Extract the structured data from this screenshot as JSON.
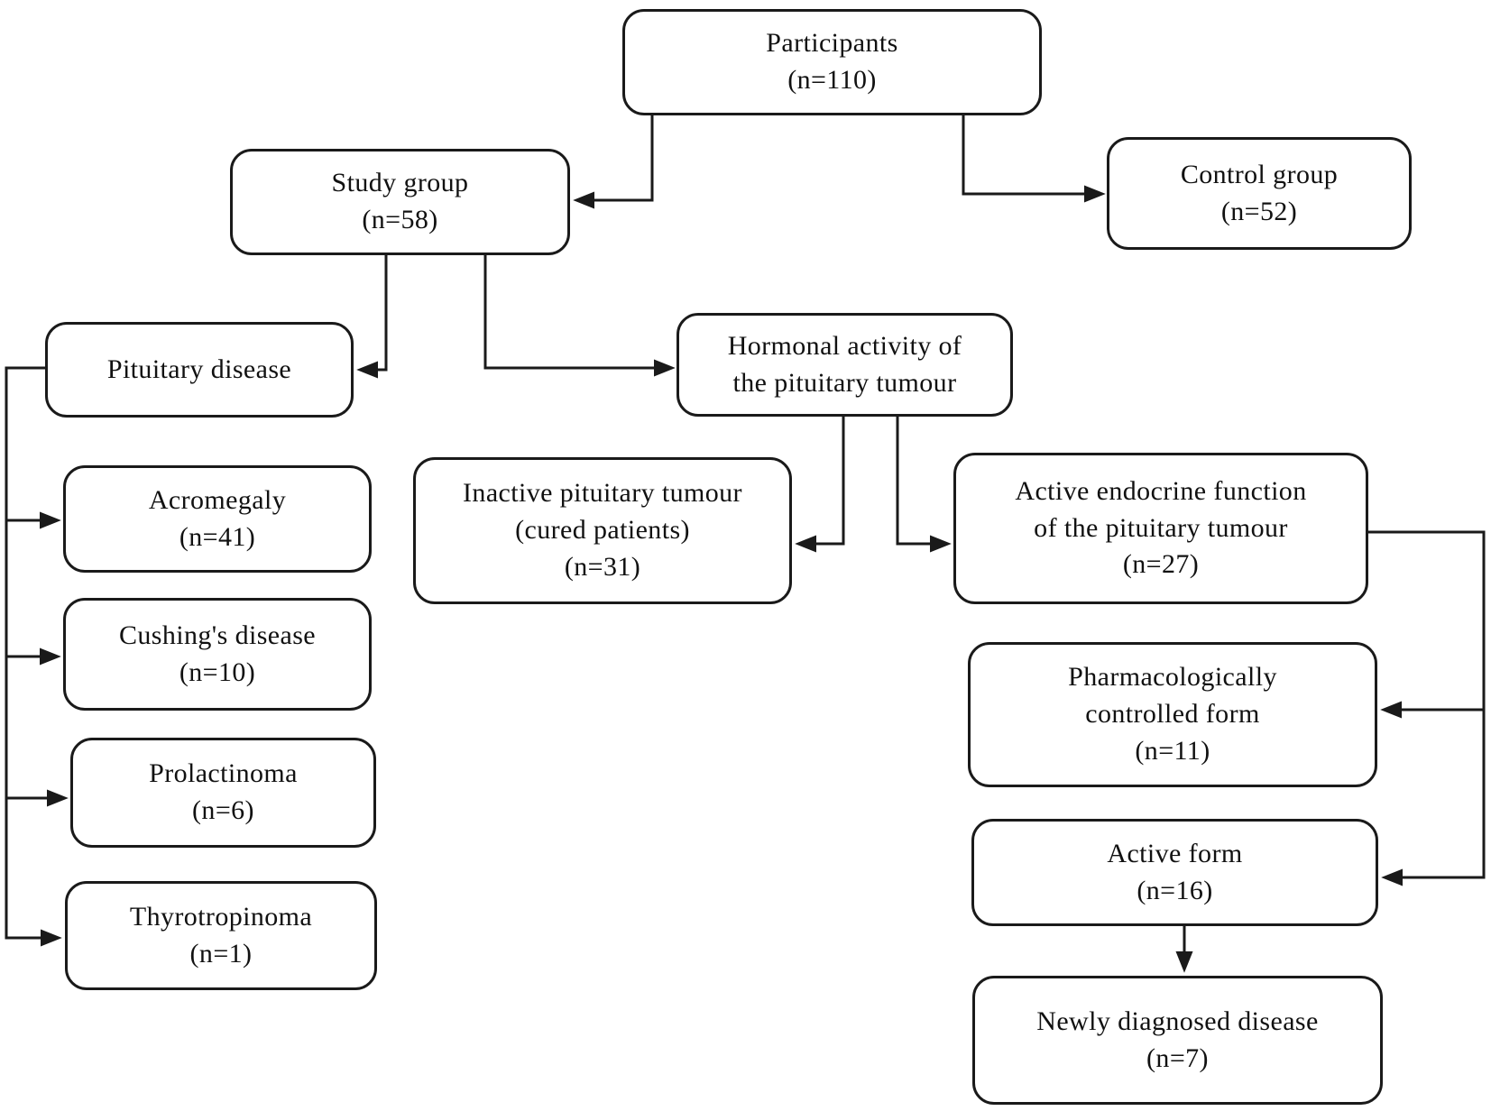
{
  "nodes": {
    "participants": {
      "lines": [
        "Participants",
        "(n=110)"
      ]
    },
    "study_group": {
      "lines": [
        "Study group",
        "(n=58)"
      ]
    },
    "control_group": {
      "lines": [
        "Control group",
        "(n=52)"
      ]
    },
    "pituitary_disease": {
      "lines": [
        "Pituitary disease"
      ]
    },
    "hormonal_activity": {
      "lines": [
        "Hormonal activity of",
        "the pituitary tumour"
      ]
    },
    "acromegaly": {
      "lines": [
        "Acromegaly",
        "(n=41)"
      ]
    },
    "cushings_disease": {
      "lines": [
        "Cushing's disease",
        "(n=10)"
      ]
    },
    "prolactinoma": {
      "lines": [
        "Prolactinoma",
        "(n=6)"
      ]
    },
    "thyrotropinoma": {
      "lines": [
        "Thyrotropinoma",
        "(n=1)"
      ]
    },
    "inactive_tumour": {
      "lines": [
        "Inactive pituitary tumour",
        "(cured patients)",
        "(n=31)"
      ]
    },
    "active_endocrine": {
      "lines": [
        "Active endocrine function",
        "of the pituitary tumour",
        "(n=27)"
      ]
    },
    "pharm_controlled": {
      "lines": [
        "Pharmacologically",
        "controlled form",
        "(n=11)"
      ]
    },
    "active_form": {
      "lines": [
        "Active form",
        "(n=16)"
      ]
    },
    "newly_diagnosed": {
      "lines": [
        "Newly diagnosed disease",
        "(n=7)"
      ]
    }
  },
  "edges": [
    {
      "from": "participants",
      "to": "study_group"
    },
    {
      "from": "participants",
      "to": "control_group"
    },
    {
      "from": "study_group",
      "to": "pituitary_disease"
    },
    {
      "from": "study_group",
      "to": "hormonal_activity"
    },
    {
      "from": "pituitary_disease",
      "to": "acromegaly"
    },
    {
      "from": "pituitary_disease",
      "to": "cushings_disease"
    },
    {
      "from": "pituitary_disease",
      "to": "prolactinoma"
    },
    {
      "from": "pituitary_disease",
      "to": "thyrotropinoma"
    },
    {
      "from": "hormonal_activity",
      "to": "inactive_tumour"
    },
    {
      "from": "hormonal_activity",
      "to": "active_endocrine"
    },
    {
      "from": "active_endocrine",
      "to": "pharm_controlled"
    },
    {
      "from": "active_endocrine",
      "to": "active_form"
    },
    {
      "from": "active_form",
      "to": "newly_diagnosed"
    }
  ],
  "colors": {
    "stroke": "#1a1a1a",
    "text": "#111111",
    "background": "#ffffff"
  }
}
